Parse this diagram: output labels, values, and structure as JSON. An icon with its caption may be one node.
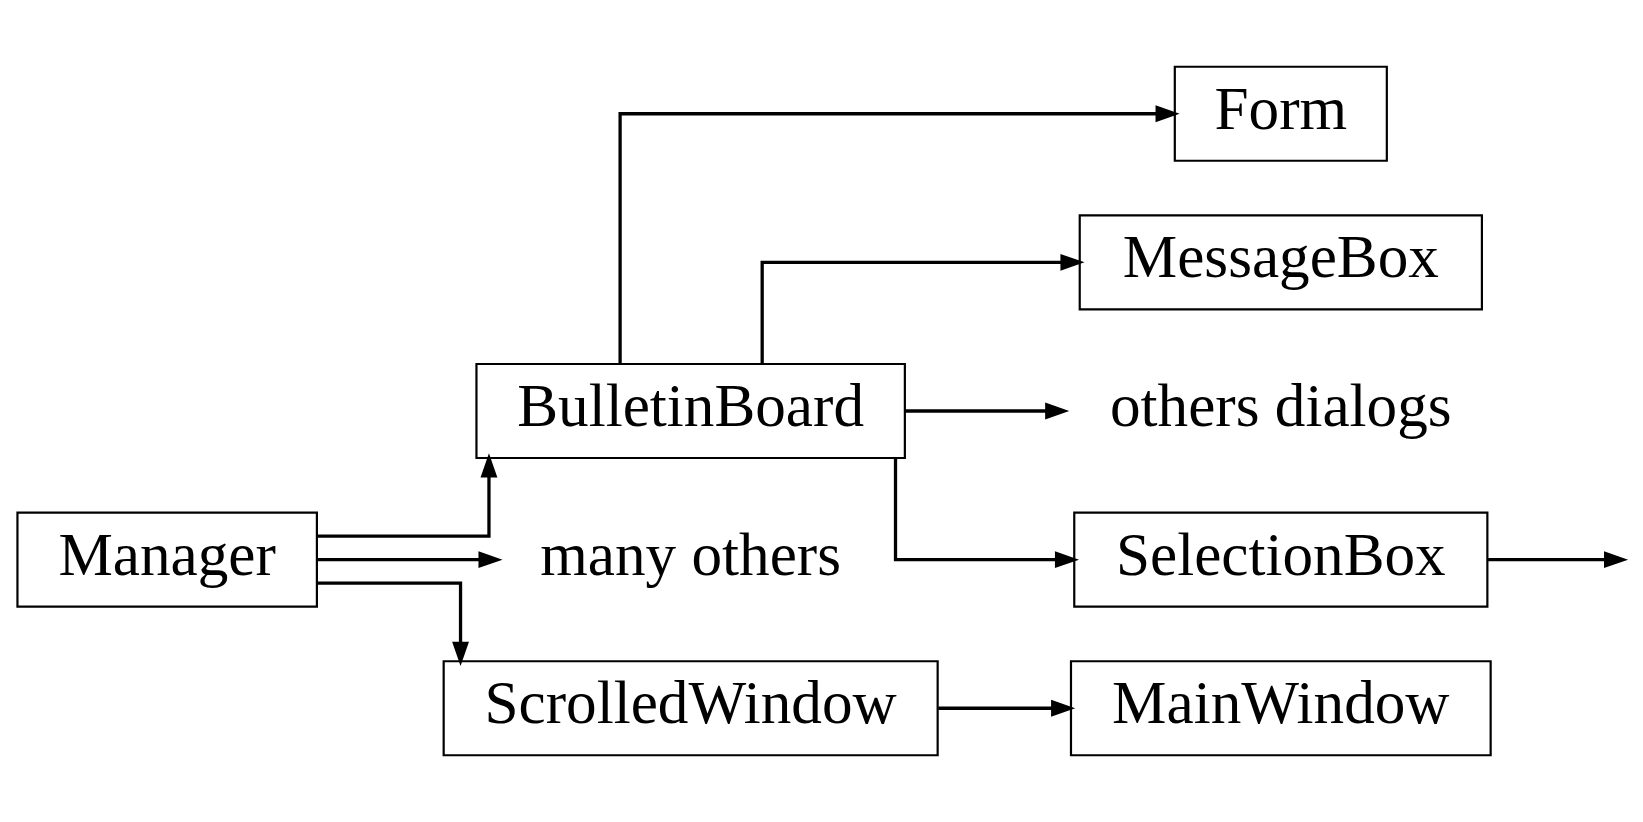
{
  "diagram": {
    "nodes": [
      {
        "text": [
          "Manager"
        ]
      },
      {
        "text": [
          "BulletinBoard"
        ]
      },
      {
        "text": [
          "many others"
        ]
      },
      {
        "text": [
          "ScrolledWindow"
        ]
      },
      {
        "text": [
          "Form"
        ]
      },
      {
        "text": [
          "MessageBox"
        ]
      },
      {
        "text": [
          "others dialogs"
        ]
      },
      {
        "text": [
          "SelectionBox"
        ]
      },
      {
        "text": [
          "MainWindow"
        ]
      }
    ],
    "edges": [
      {
        "from": 0,
        "to": 1,
        "arrow": "to"
      },
      {
        "from": 0,
        "to": 2,
        "arrow": "to"
      },
      {
        "from": 0,
        "to": 3,
        "arrow": "to"
      },
      {
        "from": 1,
        "to": 4,
        "arrow": "to"
      },
      {
        "from": 1,
        "to": 5,
        "arrow": "to"
      },
      {
        "from": 1,
        "to": 6,
        "arrow": "to"
      },
      {
        "from": 1,
        "to": 7,
        "arrow": "to"
      },
      {
        "from": 7,
        "to": null,
        "arrow": "to"
      },
      {
        "from": 3,
        "to": 8,
        "arrow": "to"
      }
    ]
  }
}
